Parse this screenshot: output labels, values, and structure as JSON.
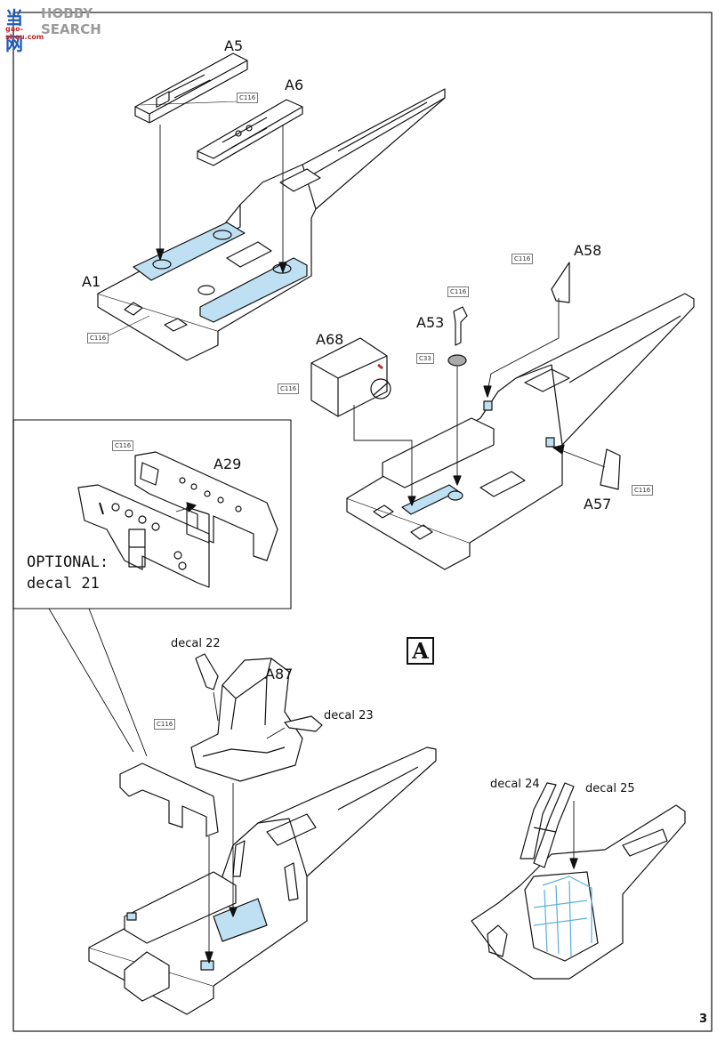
{
  "watermark": {
    "chinese": "当网",
    "english": "HOBBY SEARCH",
    "url": "gao-shou.com"
  },
  "step": {
    "letter": "A"
  },
  "page_number": "3",
  "parts": {
    "a5": "A5",
    "a6": "A6",
    "a1": "A1",
    "a58": "A58",
    "a53": "A53",
    "a68": "A68",
    "a29": "A29",
    "a57": "A57",
    "a87": "A87"
  },
  "color_refs": {
    "c116": "C116",
    "c33": "C33"
  },
  "optional": {
    "line1": "OPTIONAL:",
    "line2": "decal 21"
  },
  "decals": {
    "d22": "decal 22",
    "d23": "decal 23",
    "d24": "decal 24",
    "d25": "decal 25"
  },
  "colors": {
    "paint_fill": "#bfe0f2",
    "ink": "#111111",
    "highlight_red": "#c0282d"
  }
}
